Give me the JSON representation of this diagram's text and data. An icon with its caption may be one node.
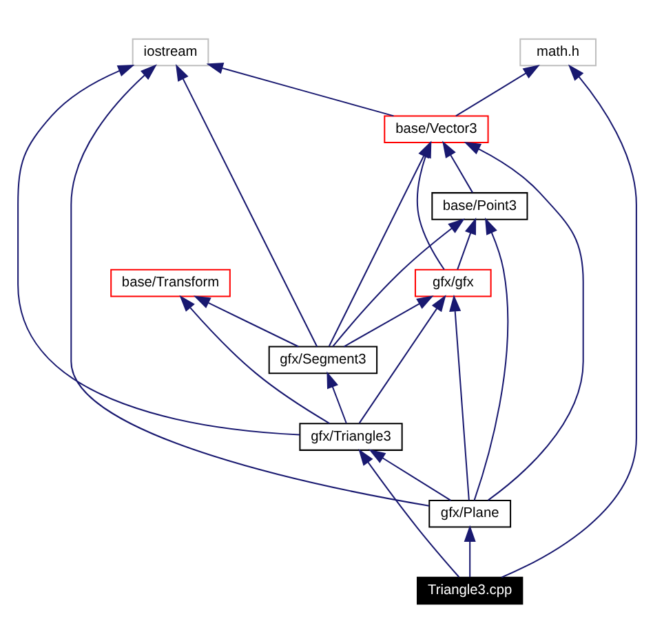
{
  "diagram": {
    "nodes": [
      {
        "text": [
          "math.h"
        ]
      },
      {
        "text": [
          "iostream"
        ]
      },
      {
        "text": [
          "base/Vector3"
        ]
      },
      {
        "text": [
          "base/Point3"
        ]
      },
      {
        "text": [
          "gfx/gfx"
        ]
      },
      {
        "text": [
          "base/Transform"
        ]
      },
      {
        "text": [
          "gfx/Segment3"
        ]
      },
      {
        "text": [
          "gfx/Triangle3"
        ]
      },
      {
        "text": [
          "gfx/Plane"
        ]
      },
      {
        "text": [
          "Triangle3.cpp"
        ]
      }
    ],
    "edges": [
      {
        "from": 2,
        "to": 0,
        "arrow": "to"
      },
      {
        "from": 2,
        "to": 1,
        "arrow": "to"
      },
      {
        "from": 9,
        "to": 0,
        "arrow": "to"
      },
      {
        "from": 3,
        "to": 2,
        "arrow": "to"
      },
      {
        "from": 4,
        "to": 2,
        "arrow": "to"
      },
      {
        "from": 4,
        "to": 3,
        "arrow": "to"
      },
      {
        "from": 6,
        "to": 2,
        "arrow": "to"
      },
      {
        "from": 6,
        "to": 3,
        "arrow": "to"
      },
      {
        "from": 6,
        "to": 4,
        "arrow": "to"
      },
      {
        "from": 6,
        "to": 1,
        "arrow": "to"
      },
      {
        "from": 6,
        "to": 5,
        "arrow": "to"
      },
      {
        "from": 7,
        "to": 6,
        "arrow": "to"
      },
      {
        "from": 7,
        "to": 4,
        "arrow": "to"
      },
      {
        "from": 7,
        "to": 5,
        "arrow": "to"
      },
      {
        "from": 7,
        "to": 1,
        "arrow": "to"
      },
      {
        "from": 8,
        "to": 1,
        "arrow": "to"
      },
      {
        "from": 8,
        "to": 2,
        "arrow": "to"
      },
      {
        "from": 8,
        "to": 3,
        "arrow": "to"
      },
      {
        "from": 8,
        "to": 4,
        "arrow": "to"
      },
      {
        "from": 8,
        "to": 7,
        "arrow": "to"
      },
      {
        "from": 9,
        "to": 8,
        "arrow": "to"
      },
      {
        "from": 9,
        "to": 7,
        "arrow": "to"
      }
    ]
  }
}
